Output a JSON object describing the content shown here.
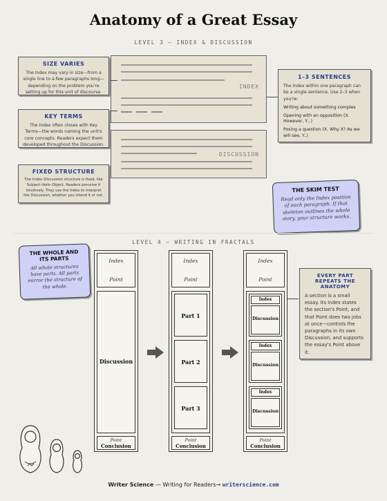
{
  "title": "Anatomy of a Great Essay",
  "level3": "LEVEL 3 — INDEX & DISCUSSION",
  "level4": "LEVEL 4 — WRITING IN FRACTALS",
  "cards": {
    "size": {
      "h": "SIZE VARIES",
      "p": "The Index may vary in size—from a single line to a few paragraphs long—depending on the problem you're setting up for this unit of discourse."
    },
    "terms": {
      "h": "KEY TERMS",
      "p": "The Index often closes with Key Terms—the words naming the unit's core concepts. Readers expect them developed throughout the Discussion."
    },
    "fixed": {
      "h": "FIXED STRUCTURE",
      "p": "The Index–Discussion structure is fixed, like Subject–Verb–Object. Readers perceive it intuitively. They use the Index to interpret the Discussion, whether you intend it or not."
    },
    "sentences": {
      "h": "1–3 SENTENCES",
      "p": "The Index within one paragraph can be a single sentence. Use 2–3 when you're:",
      "items": [
        "Writing about something complex",
        "Opening with an opposition (X. However, Y...)",
        "Posing a question (X. Why X? As we will see, Y..)"
      ]
    },
    "skim": {
      "h": "THE SKIM TEST",
      "p": "Read only the Index position of each paragraph. If that skeleton outlines the whole story, your structure works."
    },
    "whole": {
      "h": "THE WHOLE AND ITS PARTS",
      "p": "All whole structures have parts. All parts mirror the structure of the whole."
    },
    "every": {
      "h": "EVERY PART REPEATS THE ANATOMY",
      "p": "A section is a small essay. Its Index states the section's Point, and that Point does two jobs at once—controls the paragraphs in its own Discussion, and supports the essay's Point above it."
    }
  },
  "sheet": {
    "index": "INDEX",
    "discussion": "DISCUSSION"
  },
  "col": {
    "index": "Index",
    "point": "Point",
    "discussion": "Discussion",
    "conclusion": "Conclusion",
    "parts": [
      "Part 1",
      "Part 2",
      "Part 3"
    ]
  },
  "footer": {
    "brand": "Writer Science",
    "tag": " — Writing for Readers→ ",
    "url": "writerscience.com"
  }
}
